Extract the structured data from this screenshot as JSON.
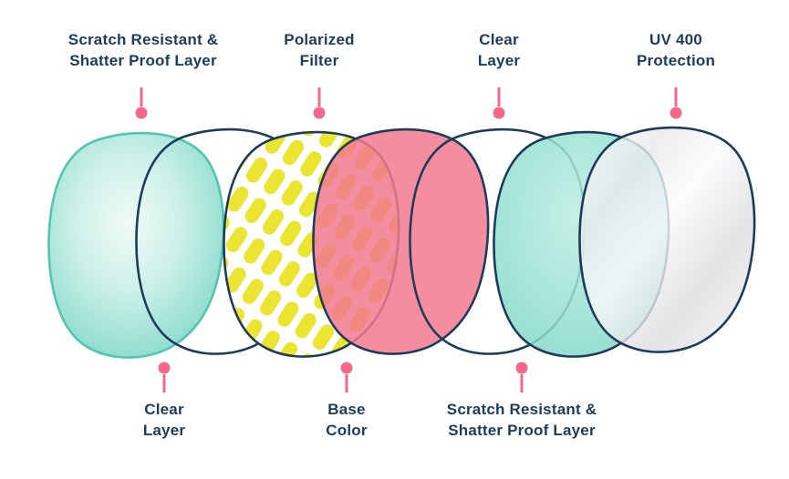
{
  "labels": {
    "top": [
      {
        "line1": "Scratch Resistant &",
        "line2": "Shatter Proof Layer"
      },
      {
        "line1": "Polarized",
        "line2": "Filter"
      },
      {
        "line1": "Clear",
        "line2": "Layer"
      },
      {
        "line1": "UV 400",
        "line2": "Protection"
      }
    ],
    "bottom": [
      {
        "line1": "Clear",
        "line2": "Layer"
      },
      {
        "line1": "Base",
        "line2": "Color"
      },
      {
        "line1": "Scratch Resistant &",
        "line2": "Shatter Proof Layer"
      }
    ]
  },
  "layers": [
    {
      "name": "Scratch Resistant & Shatter Proof Layer",
      "fill": "teal-gradient",
      "color": "#7fd4c6"
    },
    {
      "name": "Clear Layer",
      "fill": "transparent",
      "color": "none"
    },
    {
      "name": "Polarized Filter",
      "fill": "yellow-pill-pattern",
      "color": "#ebe431"
    },
    {
      "name": "Base Color",
      "fill": "pink-translucent",
      "color": "#f2798f"
    },
    {
      "name": "Clear Layer",
      "fill": "transparent",
      "color": "none"
    },
    {
      "name": "Scratch Resistant & Shatter Proof Layer",
      "fill": "teal-translucent",
      "color": "#7fd4c6"
    },
    {
      "name": "UV 400 Protection",
      "fill": "silver-gradient",
      "color": "#e0e0e4"
    }
  ],
  "colors": {
    "text_navy": "#1d3c5a",
    "outline_navy": "#1d3c5a",
    "accent_pink": "#f2698c",
    "teal": "#7fd4c6",
    "teal_stroke": "#52c4b2",
    "yellow": "#ebe431",
    "pink": "#f2798f",
    "silver": "#e0e0e4"
  }
}
